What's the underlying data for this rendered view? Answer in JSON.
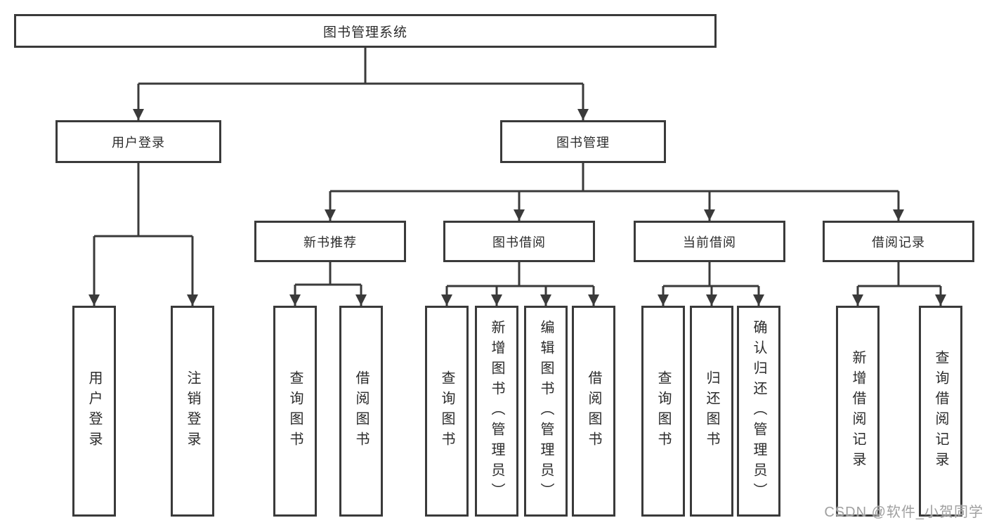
{
  "tree": {
    "root": "图书管理系统",
    "children": [
      {
        "label": "用户登录",
        "children": [
          {
            "label": "用户登录"
          },
          {
            "label": "注销登录"
          }
        ]
      },
      {
        "label": "图书管理",
        "children": [
          {
            "label": "新书推荐",
            "children": [
              {
                "label": "查询图书"
              },
              {
                "label": "借阅图书"
              }
            ]
          },
          {
            "label": "图书借阅",
            "children": [
              {
                "label": "查询图书"
              },
              {
                "label": "新增图书（管理员）"
              },
              {
                "label": "编辑图书（管理员）"
              },
              {
                "label": "借阅图书"
              }
            ]
          },
          {
            "label": "当前借阅",
            "children": [
              {
                "label": "查询图书"
              },
              {
                "label": "归还图书"
              },
              {
                "label": "确认归还（管理员）"
              }
            ]
          },
          {
            "label": "借阅记录",
            "children": [
              {
                "label": "新增借阅记录"
              },
              {
                "label": "查询借阅记录"
              }
            ]
          }
        ]
      }
    ]
  },
  "watermark": {
    "text": "CSDN @软件_小贺同学"
  },
  "colors": {
    "line": "#3a3a3a",
    "box_border": "#3a3a3a",
    "background": "#ffffff",
    "text": "#2b2b2b",
    "watermark": "#a0a0a0"
  }
}
